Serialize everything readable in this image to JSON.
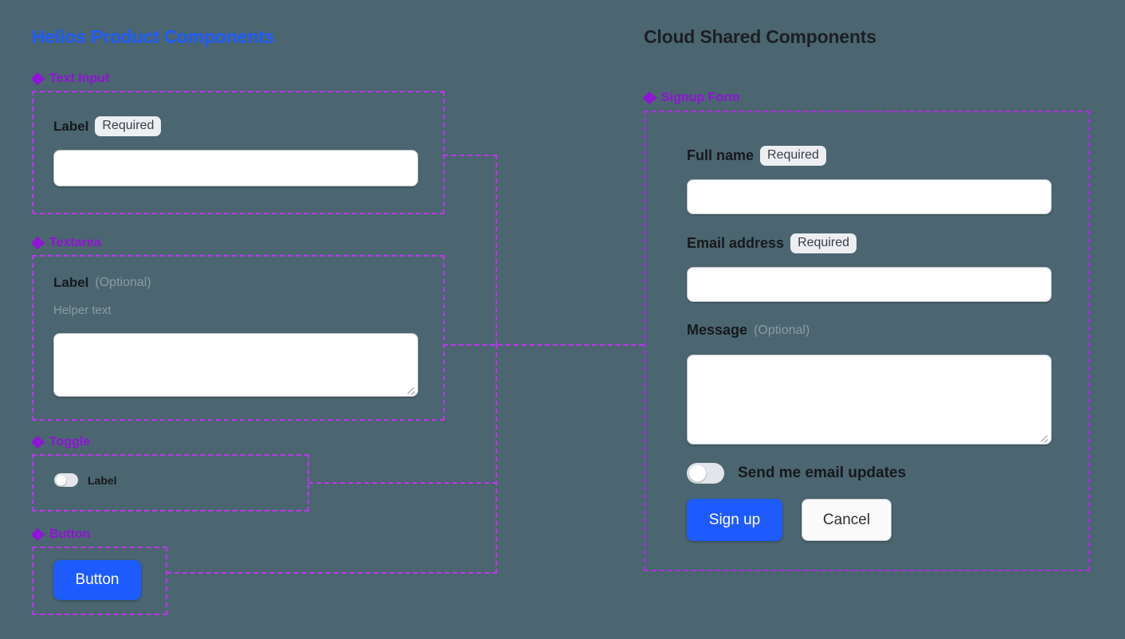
{
  "background_color": "#4b6670",
  "accent_blue": "#1e5bff",
  "accent_purple": "#9212d8",
  "dash_color": "#c233f5",
  "left_panel": {
    "title": "Helios Product Components",
    "sections": [
      {
        "icon": "diamond-cluster-icon",
        "label": "Text Input",
        "field": {
          "label": "Label",
          "badge": "Required",
          "input_value": "",
          "input_placeholder": ""
        }
      },
      {
        "icon": "diamond-cluster-icon",
        "label": "Textarea",
        "field": {
          "label": "Label",
          "optional": "(Optional)",
          "helper": "Helper text",
          "textarea_value": "",
          "textarea_placeholder": ""
        }
      },
      {
        "icon": "diamond-cluster-icon",
        "label": "Toggle",
        "field": {
          "label": "Label",
          "state": "off"
        }
      },
      {
        "icon": "diamond-cluster-icon",
        "label": "Button",
        "field": {
          "label": "Button"
        }
      }
    ]
  },
  "right_panel": {
    "title": "Cloud Shared Components",
    "section": {
      "icon": "diamond-cluster-icon",
      "label": "Signup Form"
    },
    "form": {
      "fields": [
        {
          "label": "Full name",
          "badge": "Required",
          "value": "",
          "placeholder": ""
        },
        {
          "label": "Email address",
          "badge": "Required",
          "value": "",
          "placeholder": ""
        },
        {
          "label": "Message",
          "optional": "(Optional)",
          "value": "",
          "placeholder": ""
        }
      ],
      "toggle": {
        "label": "Send me email updates",
        "state": "off"
      },
      "primary_button": "Sign up",
      "secondary_button": "Cancel"
    }
  }
}
